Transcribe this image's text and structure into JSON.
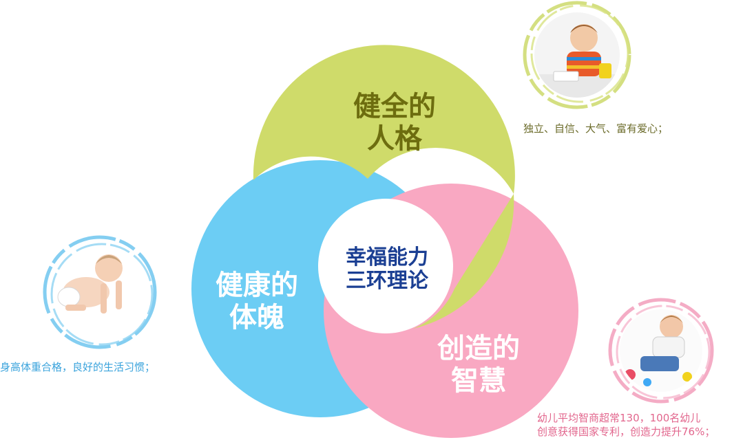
{
  "theory": {
    "title_line1": "幸福能力",
    "title_line2": "三环理论"
  },
  "rings": {
    "personality": {
      "title_line1": "健全的",
      "title_line2": "人格",
      "description": "独立、自信、大气、富有爱心；",
      "color": "#cfdb6a"
    },
    "physique": {
      "title_line1": "健康的",
      "title_line2": "体魄",
      "description": "身高体重合格，良好的生活习惯；",
      "color": "#6ccdf4"
    },
    "wisdom": {
      "title_line1": "创造的",
      "title_line2": "智慧",
      "description_line1": "幼儿平均智商超常130，100名幼儿",
      "description_line2": "创意获得国家专利，创造力提升76%；",
      "color": "#f9a8c2"
    }
  },
  "photos": [
    {
      "subject": "child-playing-with-toys",
      "frame_color": "#cdd96b"
    },
    {
      "subject": "crawling-baby",
      "frame_color": "#6fc6ef"
    },
    {
      "subject": "child-painting",
      "frame_color": "#f29dbb"
    }
  ]
}
